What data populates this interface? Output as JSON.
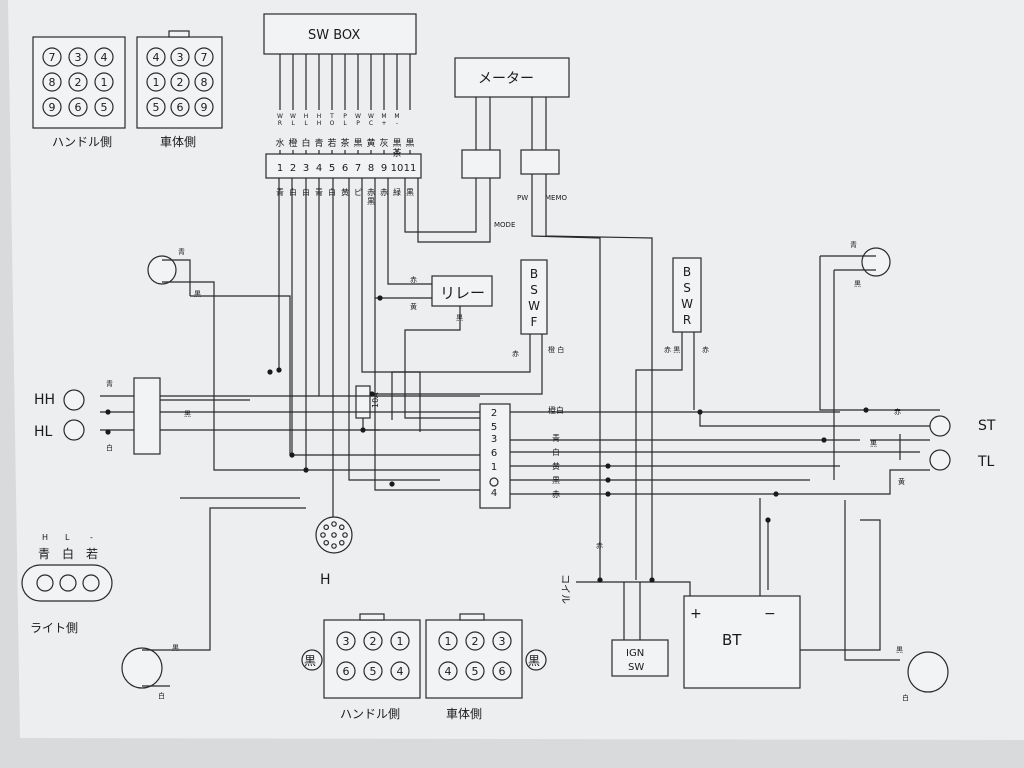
{
  "sw_box": {
    "title": "SW BOX",
    "pins_upper": [
      "W\nR",
      "W\nL",
      "H\nL",
      "H\nH",
      "T\nO",
      "P\nL",
      "W\nP",
      "W\nC",
      "M\n+",
      "M\n-"
    ],
    "colors_top": [
      "水",
      "橙",
      "白",
      "青",
      "若",
      "茶",
      "黒",
      "黄",
      "灰",
      "黒\n茶",
      "黒"
    ],
    "numbers": [
      "1",
      "2",
      "3",
      "4",
      "5",
      "6",
      "7",
      "8",
      "9",
      "10",
      "11"
    ],
    "colors_bottom": [
      "青",
      "白",
      "白",
      "青",
      "白",
      "黄",
      "ピ",
      "赤\n黒",
      "赤",
      "緑",
      "黒"
    ]
  },
  "connector_handle_top": {
    "label": "ハンドル側",
    "pins": [
      "7",
      "3",
      "4",
      "8",
      "2",
      "1",
      "9",
      "6",
      "5"
    ]
  },
  "connector_body_top": {
    "label": "車体側",
    "pins": [
      "4",
      "3",
      "7",
      "1",
      "2",
      "8",
      "5",
      "6",
      "9"
    ]
  },
  "connector_handle_bottom": {
    "label": "ハンドル側",
    "pins": [
      "3",
      "2",
      "1",
      "6",
      "5",
      "4"
    ],
    "side": "黒"
  },
  "connector_body_bottom": {
    "label": "車体側",
    "pins": [
      "1",
      "2",
      "3",
      "4",
      "5",
      "6"
    ],
    "side": "黒"
  },
  "meter": {
    "label": "メーター",
    "mode": "MODE",
    "pw": "PW",
    "memo": "MEMO"
  },
  "relay": {
    "label": "リレー",
    "w1": "赤",
    "w2": "黄",
    "w3": "黒"
  },
  "bswf": {
    "label": [
      "B",
      "S",
      "W",
      "F"
    ],
    "w1": "赤",
    "w2": "橙\n白"
  },
  "bswr": {
    "label": [
      "B",
      "S",
      "W",
      "R"
    ],
    "w1": "赤\n黒",
    "w2": "赤"
  },
  "fuse": {
    "label": "10A"
  },
  "junction": {
    "pins": [
      "2",
      "5",
      "3",
      "6",
      "1",
      "4"
    ],
    "wire_colors": [
      "橙白",
      "青",
      "白",
      "黄",
      "黒",
      "赤"
    ]
  },
  "left": {
    "hh": "HH",
    "hl": "HL",
    "c_blue": "青",
    "c_black": "黒",
    "c_white": "白",
    "top_lamp": {
      "c1": "青",
      "c2": "黒"
    },
    "bottom_lamp": {
      "c1": "黒",
      "c2": "白"
    },
    "h_connector": "H",
    "light_side": {
      "marks": [
        "H",
        "L",
        "-"
      ],
      "colors": [
        "青",
        "白",
        "若"
      ],
      "label": "ライト側"
    }
  },
  "right": {
    "st": "ST",
    "tl": "TL",
    "c_red": "赤",
    "c_black": "黒",
    "c_yellow": "黄",
    "top_lamp": {
      "c1": "青",
      "c2": "黒"
    },
    "bottom_lamp": {
      "c1": "黒",
      "c2": "白"
    }
  },
  "coil": {
    "label": "コイル",
    "wire": "赤"
  },
  "ign": {
    "label": [
      "IGN",
      "SW"
    ]
  },
  "bt": {
    "label": "BT",
    "plus": "+",
    "minus": "−"
  }
}
